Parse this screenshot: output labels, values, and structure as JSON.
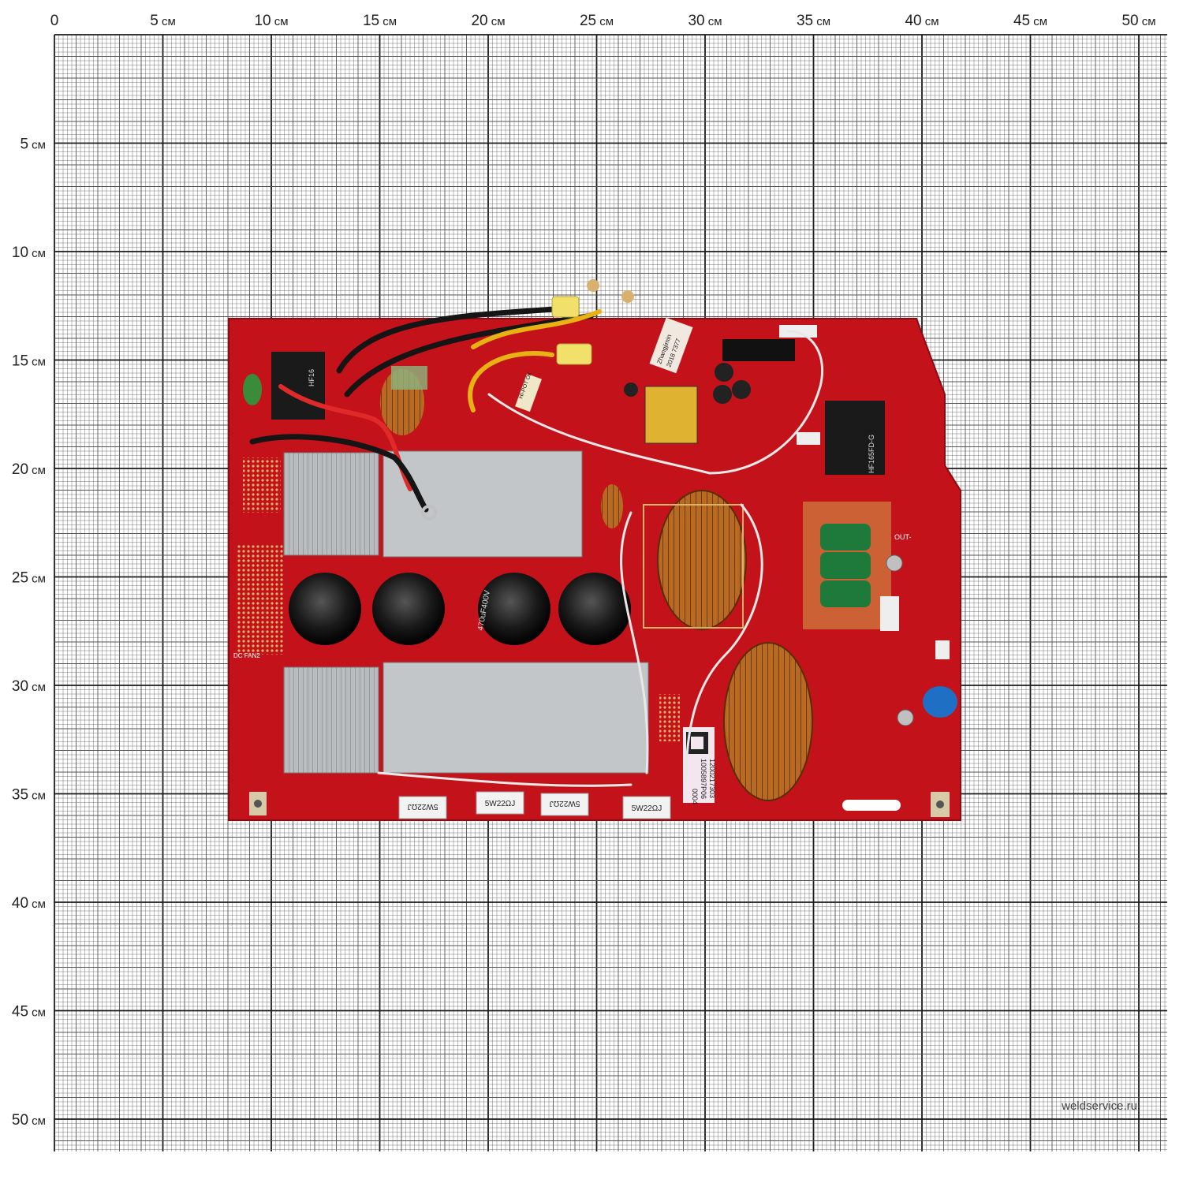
{
  "ruler": {
    "unit": "см",
    "x_ticks": [
      "0",
      "5",
      "10",
      "15",
      "20",
      "25",
      "30",
      "35",
      "40",
      "45",
      "50"
    ],
    "y_ticks": [
      "5",
      "10",
      "15",
      "20",
      "25",
      "30",
      "35",
      "40",
      "45",
      "50"
    ]
  },
  "board": {
    "markings": {
      "relay_left": "HF16",
      "relay_right": "HF165FD-G",
      "hipot": "HI-POT OK",
      "capacitor": "470uF400V",
      "resistors": [
        "5W22ΩJ",
        "5W22ΩJ",
        "5W22ΩJ",
        "5W22ΩJ"
      ],
      "fan_label": "DC FAN2",
      "out_label": "OUT-",
      "sticker_line1": "1200217303",
      "sticker_line2": "1005897P06",
      "sticker_line3": "0004",
      "stamp_line1": "Zhangjimin",
      "stamp_line2": "2018 7377"
    }
  },
  "watermark": "weldservice.ru",
  "colors": {
    "pcb": "#c4121a",
    "grid_major": "#1a1a1a",
    "grid_minor": "#555555",
    "heatsink": "#b9bcbe",
    "copper": "#b86a22"
  }
}
